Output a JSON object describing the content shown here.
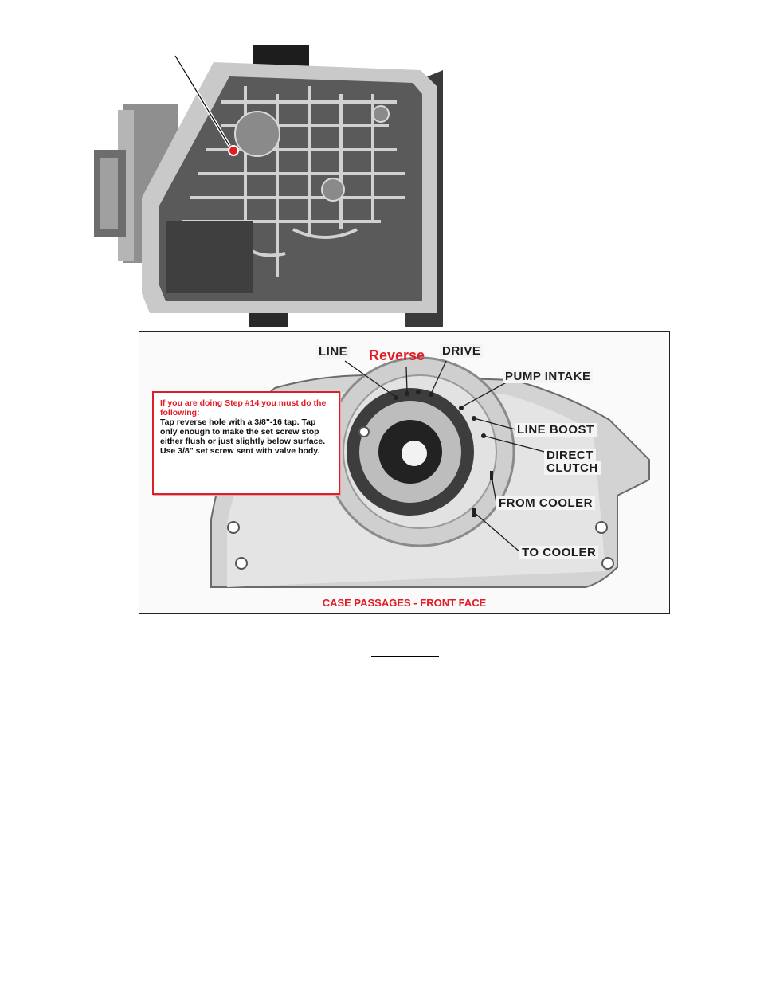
{
  "figure_top": {
    "description_icon": "transmission-valve-body-photo-icon",
    "marker_color": "#e21b24"
  },
  "figure_bottom": {
    "labels": {
      "line": "LINE",
      "reverse": "Reverse",
      "drive": "DRIVE",
      "pump_intake": "PUMP INTAKE",
      "line_boost": "LINE BOOST",
      "direct_clutch_1": "DIRECT",
      "direct_clutch_2": "CLUTCH",
      "from_cooler": "FROM COOLER",
      "to_cooler": "TO COOLER"
    },
    "caption": "CASE PASSAGES - FRONT FACE",
    "note": {
      "heading": "If you are doing Step #14 you must do the following:",
      "body": "Tap reverse hole with a 3/8\"-16 tap. Tap only enough to make the set screw stop either flush or just slightly below surface. Use 3/8\" set screw sent with valve body."
    },
    "colors": {
      "accent_red": "#e21b24",
      "label_text": "#1e1e1e"
    }
  }
}
